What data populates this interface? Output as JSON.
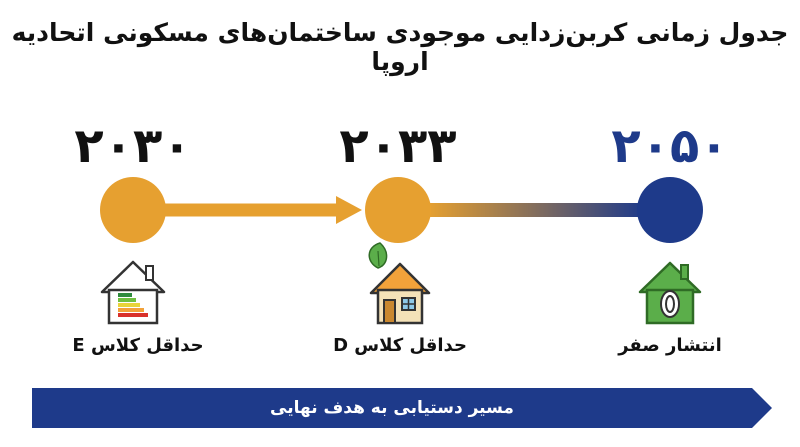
{
  "title": "جدول زمانی کربن‌زدایی موجودی ساختمان‌های مسکونی اتحادیه اروپا",
  "colors": {
    "orange": "#E6A030",
    "navy": "#1E3A8A",
    "green": "#5BAE4A",
    "house_outline": "#333333"
  },
  "milestones": [
    {
      "year": "۲۰۳۰",
      "label": "حداقل کلاس E",
      "icon": "energy-label-house-icon"
    },
    {
      "year": "۲۰۳۳",
      "label": "حداقل کلاس D",
      "icon": "leaf-house-icon"
    },
    {
      "year": "۲۰۵۰",
      "label": "انتشار صفر",
      "icon": "zero-emission-house-icon"
    }
  ],
  "banner": {
    "text": "مسیر دستیابی به هدف نهایی"
  }
}
